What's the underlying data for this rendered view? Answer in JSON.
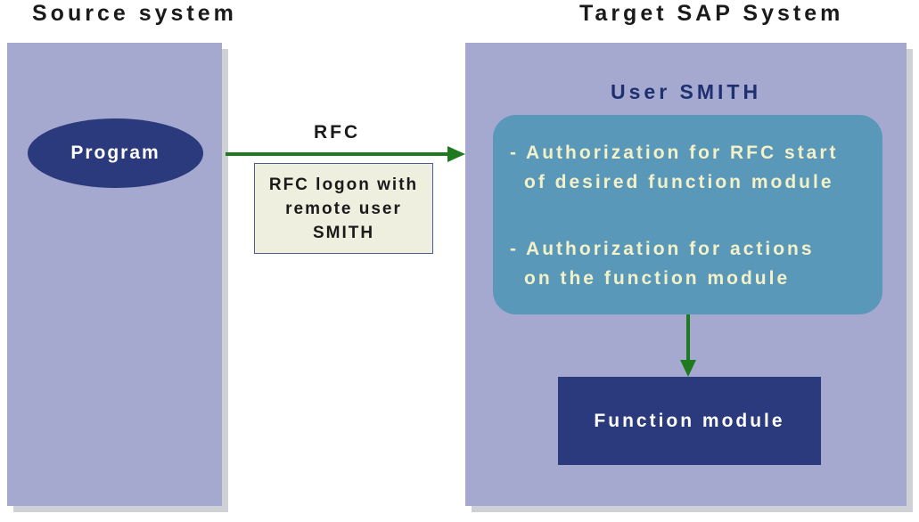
{
  "headings": {
    "source": "Source system",
    "target": "Target SAP System"
  },
  "source": {
    "program_label": "Program"
  },
  "connection": {
    "protocol_label": "RFC",
    "logon_note": "RFC logon with\nremote user\nSMITH"
  },
  "target": {
    "user_label": "User SMITH",
    "authorizations": [
      {
        "line1": "- Authorization for RFC start",
        "line2": "of desired function module"
      },
      {
        "line1": "- Authorization for actions",
        "line2": "on the function module"
      }
    ],
    "function_module_label": "Function module"
  },
  "colors": {
    "panel": "#a5a9cf",
    "dark_blue": "#2b3a7c",
    "auth_box": "#5a98b9",
    "auth_text": "#f3f1c8",
    "arrow": "#1f7a1f",
    "note_bg": "#efefe0"
  }
}
